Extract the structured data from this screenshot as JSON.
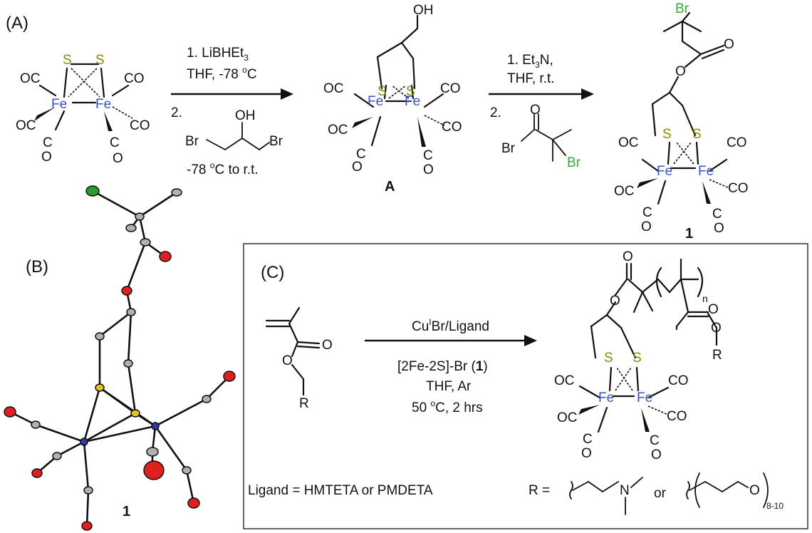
{
  "panels": {
    "a": "(A)",
    "b": "(B)",
    "c": "(C)"
  },
  "atoms": {
    "fe": "Fe",
    "s": "S",
    "o": "O",
    "c": "C",
    "br": "Br",
    "oh": "OH",
    "r": "R",
    "n": "N",
    "n_sub": "n"
  },
  "step1": {
    "reagent1_prefix": "1. LiBHEt",
    "reagent1_sub": "3",
    "conditions1": "THF, -78 ",
    "conditions1_sup": "o",
    "conditions1_end": "C",
    "step2_label": "2.",
    "conditions2": "-78 ",
    "conditions2_sup": "o",
    "conditions2_end": "C to r.t."
  },
  "step2": {
    "reagent1_prefix": "1. Et",
    "reagent1_sub": "3",
    "reagent1_end": "N,",
    "conditions1": "THF, r.t.",
    "step2_label": "2."
  },
  "compounds": {
    "intermediate_label": "A",
    "product_label": "1",
    "crystal_label": "1"
  },
  "polymerization": {
    "catalyst_prefix": "Cu",
    "catalyst_sup": "I",
    "catalyst_end": "Br/Ligand",
    "initiator_prefix": "[2Fe-2S]-Br (",
    "initiator_bold": "1",
    "initiator_end": ")",
    "solvent": "THF, Ar",
    "temp_prefix": "50 ",
    "temp_sup": "o",
    "temp_end": "C, 2 hrs",
    "ligand_text": "Ligand = HMTETA or PMDETA",
    "r_equals": "R =",
    "or_text": "or",
    "peg_sub": "8-10"
  }
}
